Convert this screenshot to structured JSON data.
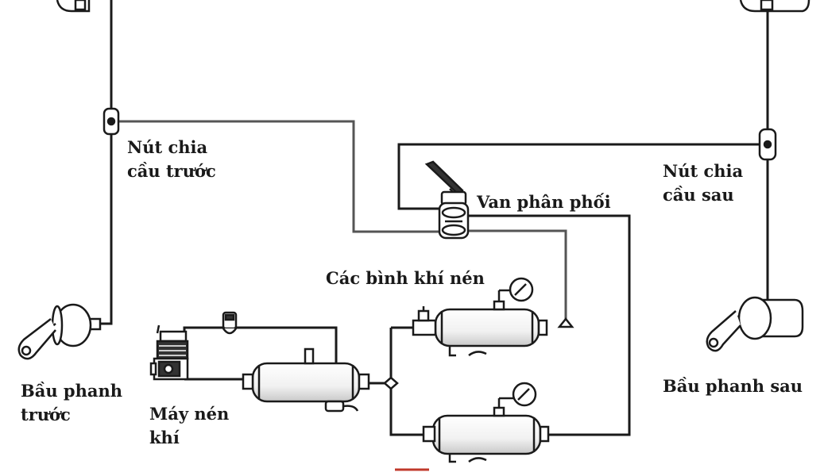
{
  "labels": {
    "front_splitter": [
      "Nút chia",
      "cầu trước"
    ],
    "rear_splitter": [
      "Nút chia",
      "cầu sau"
    ],
    "distribution_valve": "Van phân phối",
    "air_tanks": "Các bình khí nén",
    "front_chamber": [
      "Bầu phanh",
      "trước"
    ],
    "rear_chamber": "Bầu phanh sau",
    "compressor": [
      "Máy nén",
      "khí"
    ]
  },
  "colors": {
    "line": "#1a1a1a",
    "line_grey": "#555555",
    "part_fill": "#ffffff",
    "accent_mark": "#c0392b"
  }
}
